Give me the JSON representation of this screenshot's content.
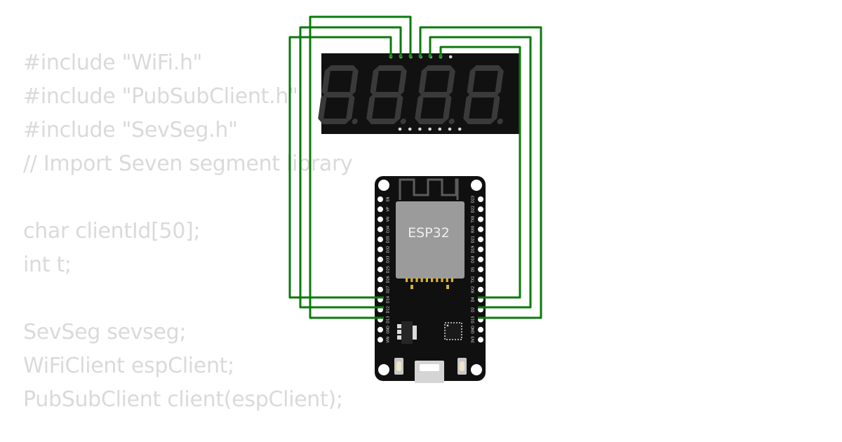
{
  "code": {
    "lines": [
      "#include \"WiFi.h\"",
      "#include \"PubSubClient.h\"",
      "#include \"SevSeg.h\"",
      "// Import Seven segment library",
      "",
      "char clientId[50];",
      "int t;",
      "",
      "SevSeg sevseg;",
      "WiFiClient espClient;",
      "PubSubClient client(espClient);"
    ]
  },
  "board": {
    "chip_label": "ESP32",
    "left_pins": [
      "EN",
      "VP",
      "VN",
      "D34",
      "D35",
      "D32",
      "D33",
      "D25",
      "D26",
      "D27",
      "D14",
      "D12",
      "D13",
      "GND",
      "VIN"
    ],
    "right_pins": [
      "D23",
      "D22",
      "TX0",
      "RX0",
      "D21",
      "D19",
      "D18",
      "D5",
      "TX2",
      "RX2",
      "D4",
      "D2",
      "D15",
      "GND",
      "3V3"
    ]
  },
  "display": {
    "digits": 4
  },
  "colors": {
    "wire": "#0b7a0b",
    "board": "#101010",
    "chip": "#9b9b9b",
    "display_bg": "#111111",
    "segment_off": "#3a3a3a",
    "code_text": "#dadada"
  }
}
